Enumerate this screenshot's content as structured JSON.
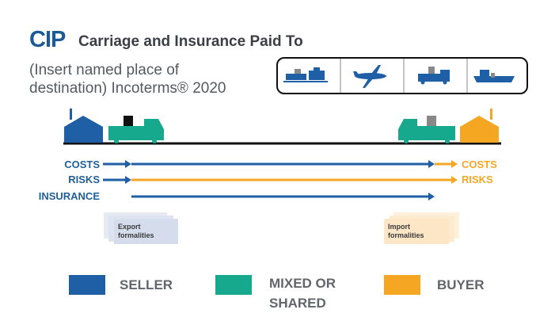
{
  "header": {
    "code": "CIP",
    "title": "Carriage and Insurance Paid To",
    "subtitle_line1": "(Insert named place of",
    "subtitle_line2": "destination) Incoterms® 2020"
  },
  "transport_modes": [
    "rail-icon",
    "plane-icon",
    "truck-icon",
    "ship-icon"
  ],
  "rows": {
    "costs": "COSTS",
    "risks": "RISKS",
    "insurance": "INSURANCE",
    "costs_buyer": "COSTS",
    "risks_buyer": "RISKS"
  },
  "formalities": {
    "export_line1": "Export",
    "export_line2": "formalities",
    "import_line1": "Import",
    "import_line2": "formalities"
  },
  "legend": {
    "seller": "SELLER",
    "mixed_line1": "MIXED OR",
    "mixed_line2": "SHARED",
    "buyer": "BUYER"
  },
  "colors": {
    "seller": "#1f5fa6",
    "mixed": "#17a98e",
    "buyer": "#f5a623"
  }
}
